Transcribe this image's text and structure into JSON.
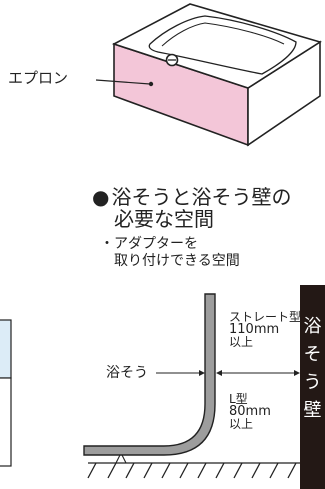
{
  "top_illustration": {
    "apron_label": "エプロン",
    "colors": {
      "apron": "#f3c6d8",
      "outline": "#222222"
    }
  },
  "heading": {
    "bullet": "●",
    "line1": "浴そうと浴そう壁の",
    "line2": "必要な空間"
  },
  "subheading": {
    "line1": "・アダプターを",
    "line2": "取り付けできる空間"
  },
  "cross_section": {
    "tub_label": "浴そう",
    "straight": {
      "type": "ストレート型",
      "size": "110mm",
      "min": "以上"
    },
    "l_type": {
      "type": "L型",
      "size": "80mm",
      "min": "以上"
    },
    "wall_label": [
      "浴",
      "そ",
      "う",
      "壁"
    ],
    "colors": {
      "wall": "#231815",
      "tub_fill": "#9d9d9d",
      "side_panel": "#dcecf7"
    }
  }
}
